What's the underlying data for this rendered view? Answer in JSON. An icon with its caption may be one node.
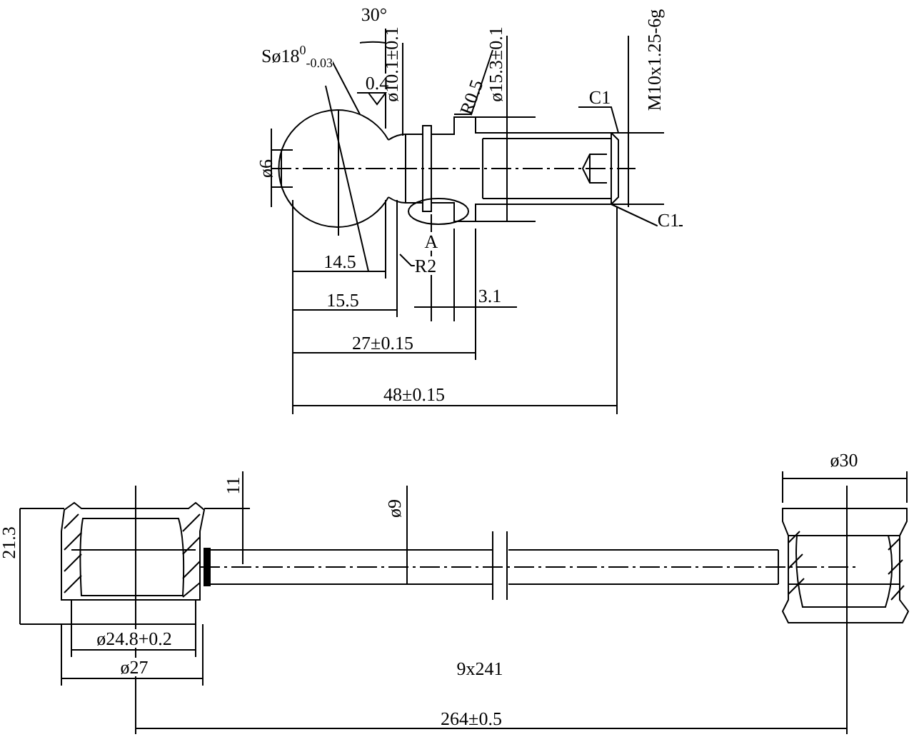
{
  "diagram": {
    "labels": [
      "30°",
      "Sø18$^{0}$$_{-0.03}$",
      "0.4",
      "ø10.1±0.1",
      "R0.5",
      "ø15.3±0.1",
      "M10x1.25-6g",
      "C1",
      "ø6",
      "C1",
      "A",
      "14.5",
      "R2",
      "15.5",
      "3.1",
      "27±0.15",
      "48±0.15",
      "ø30",
      "11",
      "21.3",
      "ø9",
      "ø24.8+0.2",
      "ø27",
      "9x241",
      "264±0.5"
    ]
  }
}
